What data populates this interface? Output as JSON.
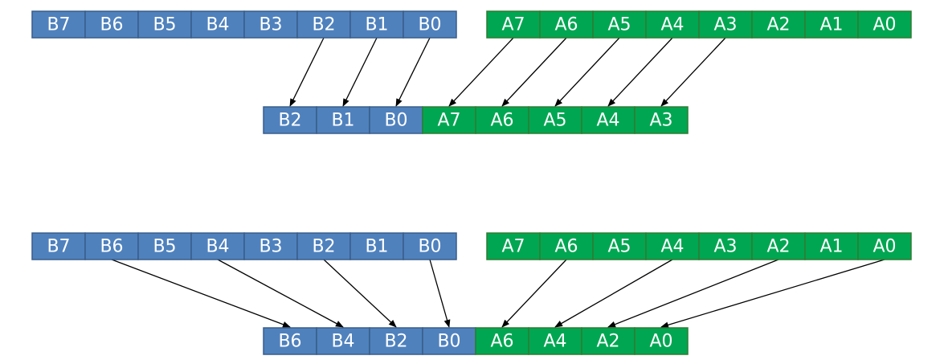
{
  "colors": {
    "b_fill": "#4F81BD",
    "b_stroke": "#385D8A",
    "a_fill": "#00A651",
    "a_stroke": "#2E7D32",
    "arrow": "#000000",
    "text": "#FFFFFF"
  },
  "diagram_top": {
    "b_register": [
      "B7",
      "B6",
      "B5",
      "B4",
      "B3",
      "B2",
      "B1",
      "B0"
    ],
    "a_register": [
      "A7",
      "A6",
      "A5",
      "A4",
      "A3",
      "A2",
      "A1",
      "A0"
    ],
    "result": [
      "B2",
      "B1",
      "B0",
      "A7",
      "A6",
      "A5",
      "A4",
      "A3"
    ],
    "mappings": [
      {
        "from": "B2",
        "to": 0
      },
      {
        "from": "B1",
        "to": 1
      },
      {
        "from": "B0",
        "to": 2
      },
      {
        "from": "A7",
        "to": 3
      },
      {
        "from": "A6",
        "to": 4
      },
      {
        "from": "A5",
        "to": 5
      },
      {
        "from": "A4",
        "to": 6
      },
      {
        "from": "A3",
        "to": 7
      }
    ]
  },
  "diagram_bottom": {
    "b_register": [
      "B7",
      "B6",
      "B5",
      "B4",
      "B3",
      "B2",
      "B1",
      "B0"
    ],
    "a_register": [
      "A7",
      "A6",
      "A5",
      "A4",
      "A3",
      "A2",
      "A1",
      "A0"
    ],
    "result": [
      "B6",
      "B4",
      "B2",
      "B0",
      "A6",
      "A4",
      "A2",
      "A0"
    ],
    "mappings": [
      {
        "from": "B6",
        "to": 0
      },
      {
        "from": "B4",
        "to": 1
      },
      {
        "from": "B2",
        "to": 2
      },
      {
        "from": "B0",
        "to": 3
      },
      {
        "from": "A6",
        "to": 4
      },
      {
        "from": "A4",
        "to": 5
      },
      {
        "from": "A2",
        "to": 6
      },
      {
        "from": "A0",
        "to": 7
      }
    ]
  }
}
